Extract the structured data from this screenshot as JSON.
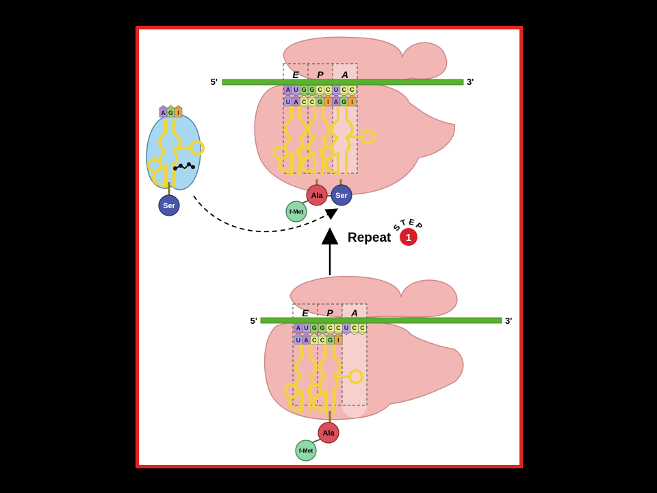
{
  "colors": {
    "background": "#000000",
    "frame": "#e3231f",
    "ribbosome": "#f2b7b4",
    "ribosome_stroke": "#c98a88",
    "mrna": "#5bb030",
    "trna": "#f1d43a",
    "trna_stroke": "#8a7a10",
    "ef": "#a8d8ef",
    "ser": "#4a56a6",
    "ala": "#d9505c",
    "fmet": "#8fd6a8",
    "step_badge": "#d81e2a",
    "base_A": "#b48ad8",
    "base_U": "#b8a0e6",
    "base_G": "#9bd36a",
    "base_C": "#e6ef8c",
    "base_I": "#f3a63a"
  },
  "sites": [
    "E",
    "P",
    "A"
  ],
  "top_panel": {
    "five_prime": "5'",
    "three_prime": "3'",
    "mrna_codons": [
      "A",
      "U",
      "G",
      "G",
      "C",
      "C",
      "U",
      "C",
      "C"
    ],
    "anticodons": [
      "U",
      "A",
      "C",
      "C",
      "G",
      "I",
      "A",
      "G",
      "I"
    ],
    "amino_acids": [
      "f-Met",
      "Ala",
      "Ser"
    ]
  },
  "incoming": {
    "anticodon": [
      "A",
      "G",
      "I"
    ],
    "amino_acid": "Ser"
  },
  "step": {
    "repeat_label": "Repeat",
    "step_word": "STEP",
    "number": "1"
  },
  "bottom_panel": {
    "five_prime": "5'",
    "three_prime": "3'",
    "mrna_codons": [
      "A",
      "U",
      "G",
      "G",
      "C",
      "C",
      "U",
      "C",
      "C"
    ],
    "anticodons": [
      "U",
      "A",
      "C",
      "C",
      "G",
      "I"
    ],
    "amino_acids": [
      "f-Met",
      "Ala"
    ]
  }
}
